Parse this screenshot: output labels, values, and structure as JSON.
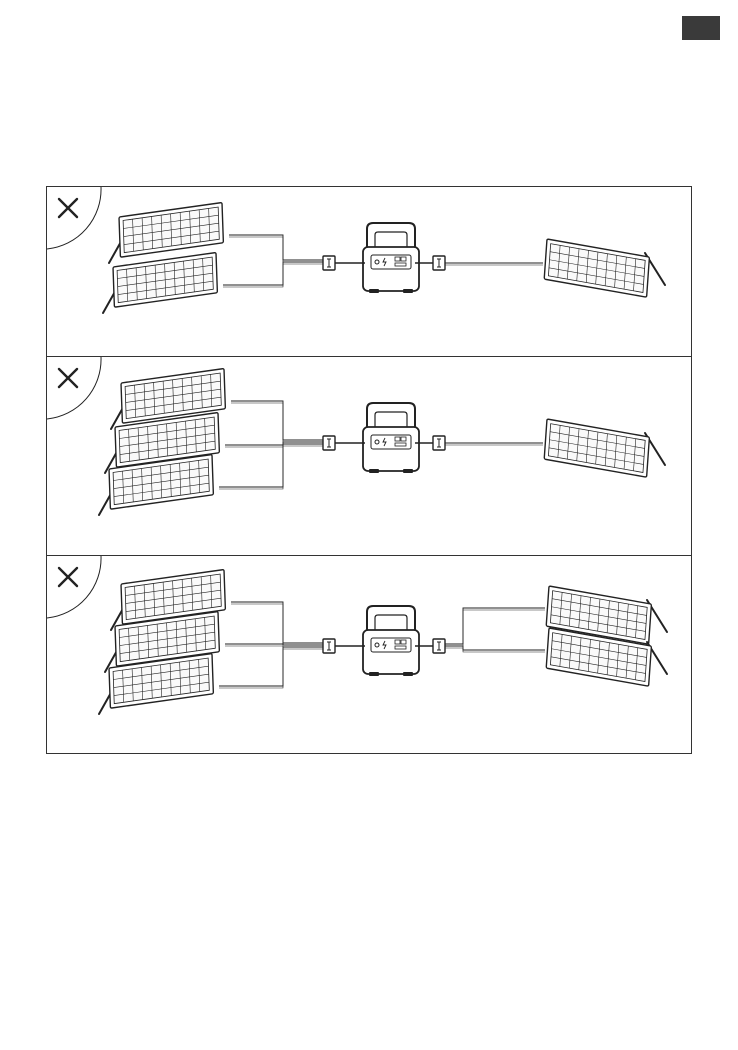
{
  "colors": {
    "ink": "#222222",
    "tab": "#3a3a3a",
    "panel_fill": "#fafafa"
  },
  "icons": {
    "status": "cross-icon",
    "device": "power-station-icon",
    "panel": "solar-panel-icon",
    "connector": "y-branch-connector-icon"
  },
  "scenarios": [
    {
      "status": "not-allowed",
      "left_panels": 2,
      "right_panels": 1
    },
    {
      "status": "not-allowed",
      "left_panels": 3,
      "right_panels": 1
    },
    {
      "status": "not-allowed",
      "left_panels": 3,
      "right_panels": 2
    }
  ]
}
